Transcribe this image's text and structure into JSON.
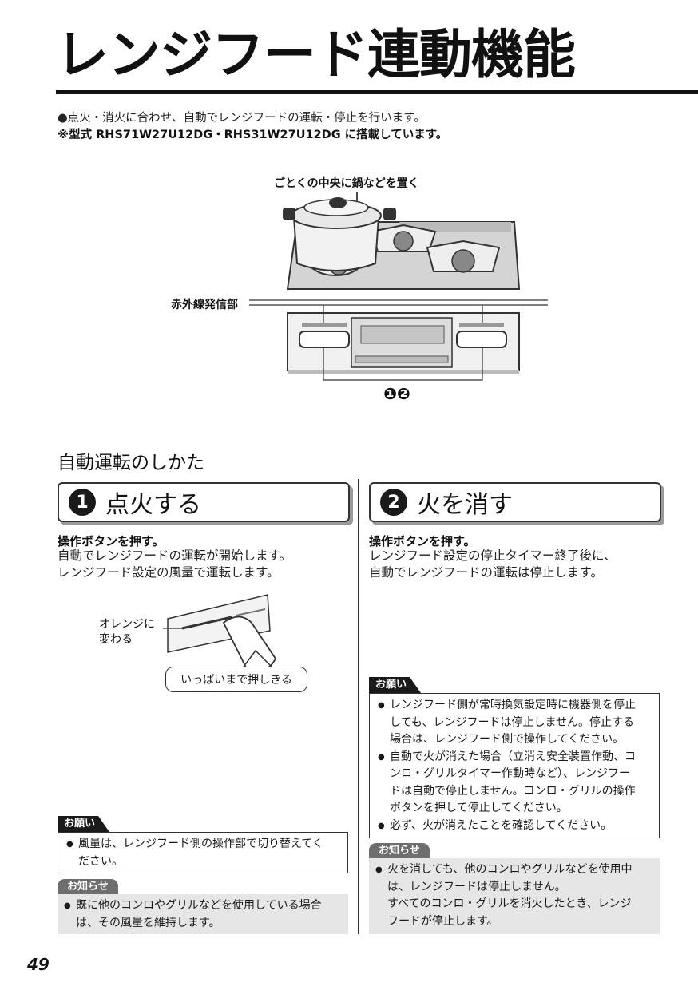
{
  "title": "レンジフード連動機能",
  "intro": {
    "line1": "●点火・消火に合わせ、自動でレンジフードの運転・停止を行います。",
    "line2": "※型式 RHS71W27U12DG・RHS31W27U12DG に搭載しています。"
  },
  "illustration": {
    "pot_callout": "ごとくの中央に鍋などを置く",
    "ir_label": "赤外線発信部",
    "buttons_ref": "❶❷"
  },
  "section_heading": "自動運転のしかた",
  "step1": {
    "number": "1",
    "title": "点火する",
    "lead": "操作ボタンを押す。",
    "text1": "自動でレンジフードの運転が開始します。",
    "text2": "レンジフード設定の風量で運転します。",
    "orange_label_1": "オレンジに",
    "orange_label_2": "変わる",
    "press_label": "いっぱいまで押しきる",
    "onegai_tag": "お願い",
    "onegai_item_1": "風量は、レンジフード側の操作部で切り替えてく",
    "onegai_item_1b": "ださい。",
    "oshirase_tag": "お知らせ",
    "oshirase_item_1": "既に他のコンロやグリルなどを使用している場合",
    "oshirase_item_1b": "は、その風量を維持します。"
  },
  "step2": {
    "number": "2",
    "title": "火を消す",
    "lead": "操作ボタンを押す。",
    "text1": "レンジフード設定の停止タイマー終了後に、",
    "text2": "自動でレンジフードの運転は停止します。",
    "onegai_tag": "お願い",
    "onegai_items": [
      [
        "レンジフード側が常時換気設定時に機器側を停止",
        "しても、レンジフードは停止しません。停止する",
        "場合は、レンジフード側で操作してください。"
      ],
      [
        "自動で火が消えた場合（立消え安全装置作動、コ",
        "ンロ・グリルタイマー作動時など）、レンジフー",
        "ドは自動で停止しません。コンロ・グリルの操作",
        "ボタンを押して停止してください。"
      ],
      [
        "必ず、火が消えたことを確認してください。"
      ]
    ],
    "oshirase_tag": "お知らせ",
    "oshirase_lines": [
      "火を消しても、他のコンロやグリルなどを使用中",
      "は、レンジフードは停止しません。",
      "すべてのコンロ・グリルを消火したとき、レンジ",
      "フードが停止します。"
    ]
  },
  "page_number": "49"
}
